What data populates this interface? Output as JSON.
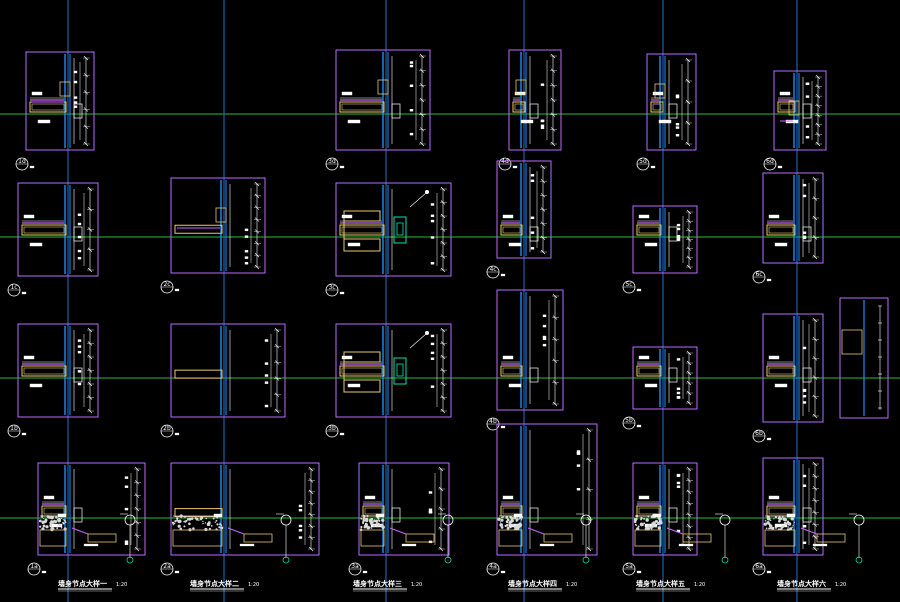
{
  "drawing": {
    "background": "#000000",
    "colors": {
      "frame": "#b86bff",
      "grid_h": "#22c02a",
      "grid_v": "#1f6fd0",
      "beam": "#e8c870",
      "glass": "#1a8fff",
      "dim": "#ffffff",
      "accent": "#00e0b0",
      "leader": "#cc66ff",
      "soil": "#d8d8d8",
      "red": "#ff3030"
    },
    "columns": [
      {
        "titles": [
          "1d",
          "1c",
          "1b",
          "1a"
        ]
      },
      {
        "titles": [
          "2c",
          "2b",
          "2a"
        ]
      },
      {
        "titles": [
          "3d",
          "3c",
          "3b",
          "3a"
        ]
      },
      {
        "titles": [
          "4d",
          "4c",
          "4b",
          "4a"
        ]
      },
      {
        "titles": [
          "5d",
          "5c",
          "5b",
          "5a"
        ]
      },
      {
        "titles": [
          "6d",
          "6c",
          "6b",
          "6a"
        ]
      }
    ],
    "footer_titles": [
      {
        "label": "墙身节点大样一",
        "scale": "1:20"
      },
      {
        "label": "墙身节点大样二",
        "scale": "1:20"
      },
      {
        "label": "墙身节点大样三",
        "scale": "1:20"
      },
      {
        "label": "墙身节点大样四",
        "scale": "1:20"
      },
      {
        "label": "墙身节点大样五",
        "scale": "1:20"
      },
      {
        "label": "墙身节点大样六",
        "scale": "1:20"
      }
    ]
  }
}
